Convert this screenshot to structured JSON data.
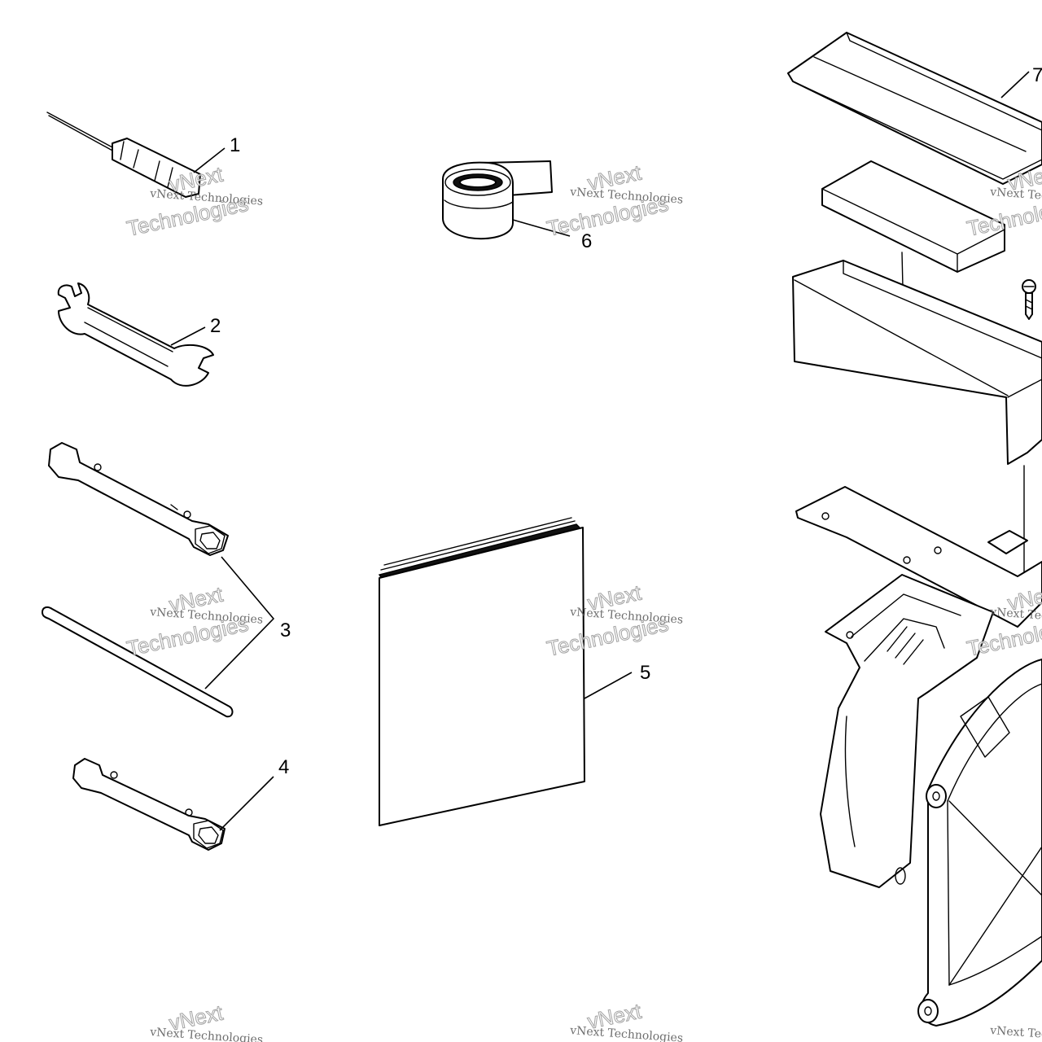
{
  "callouts": {
    "c1": "1",
    "c2": "2",
    "c3": "3",
    "c4": "4",
    "c5": "5",
    "c6": "6",
    "c7": "7"
  },
  "watermark": {
    "line1": "vNext Technologies",
    "brand_top": "vNext",
    "brand_bottom": "Technologies"
  },
  "colors": {
    "line": "#000000",
    "background": "#ffffff",
    "watermark": "#999999"
  }
}
